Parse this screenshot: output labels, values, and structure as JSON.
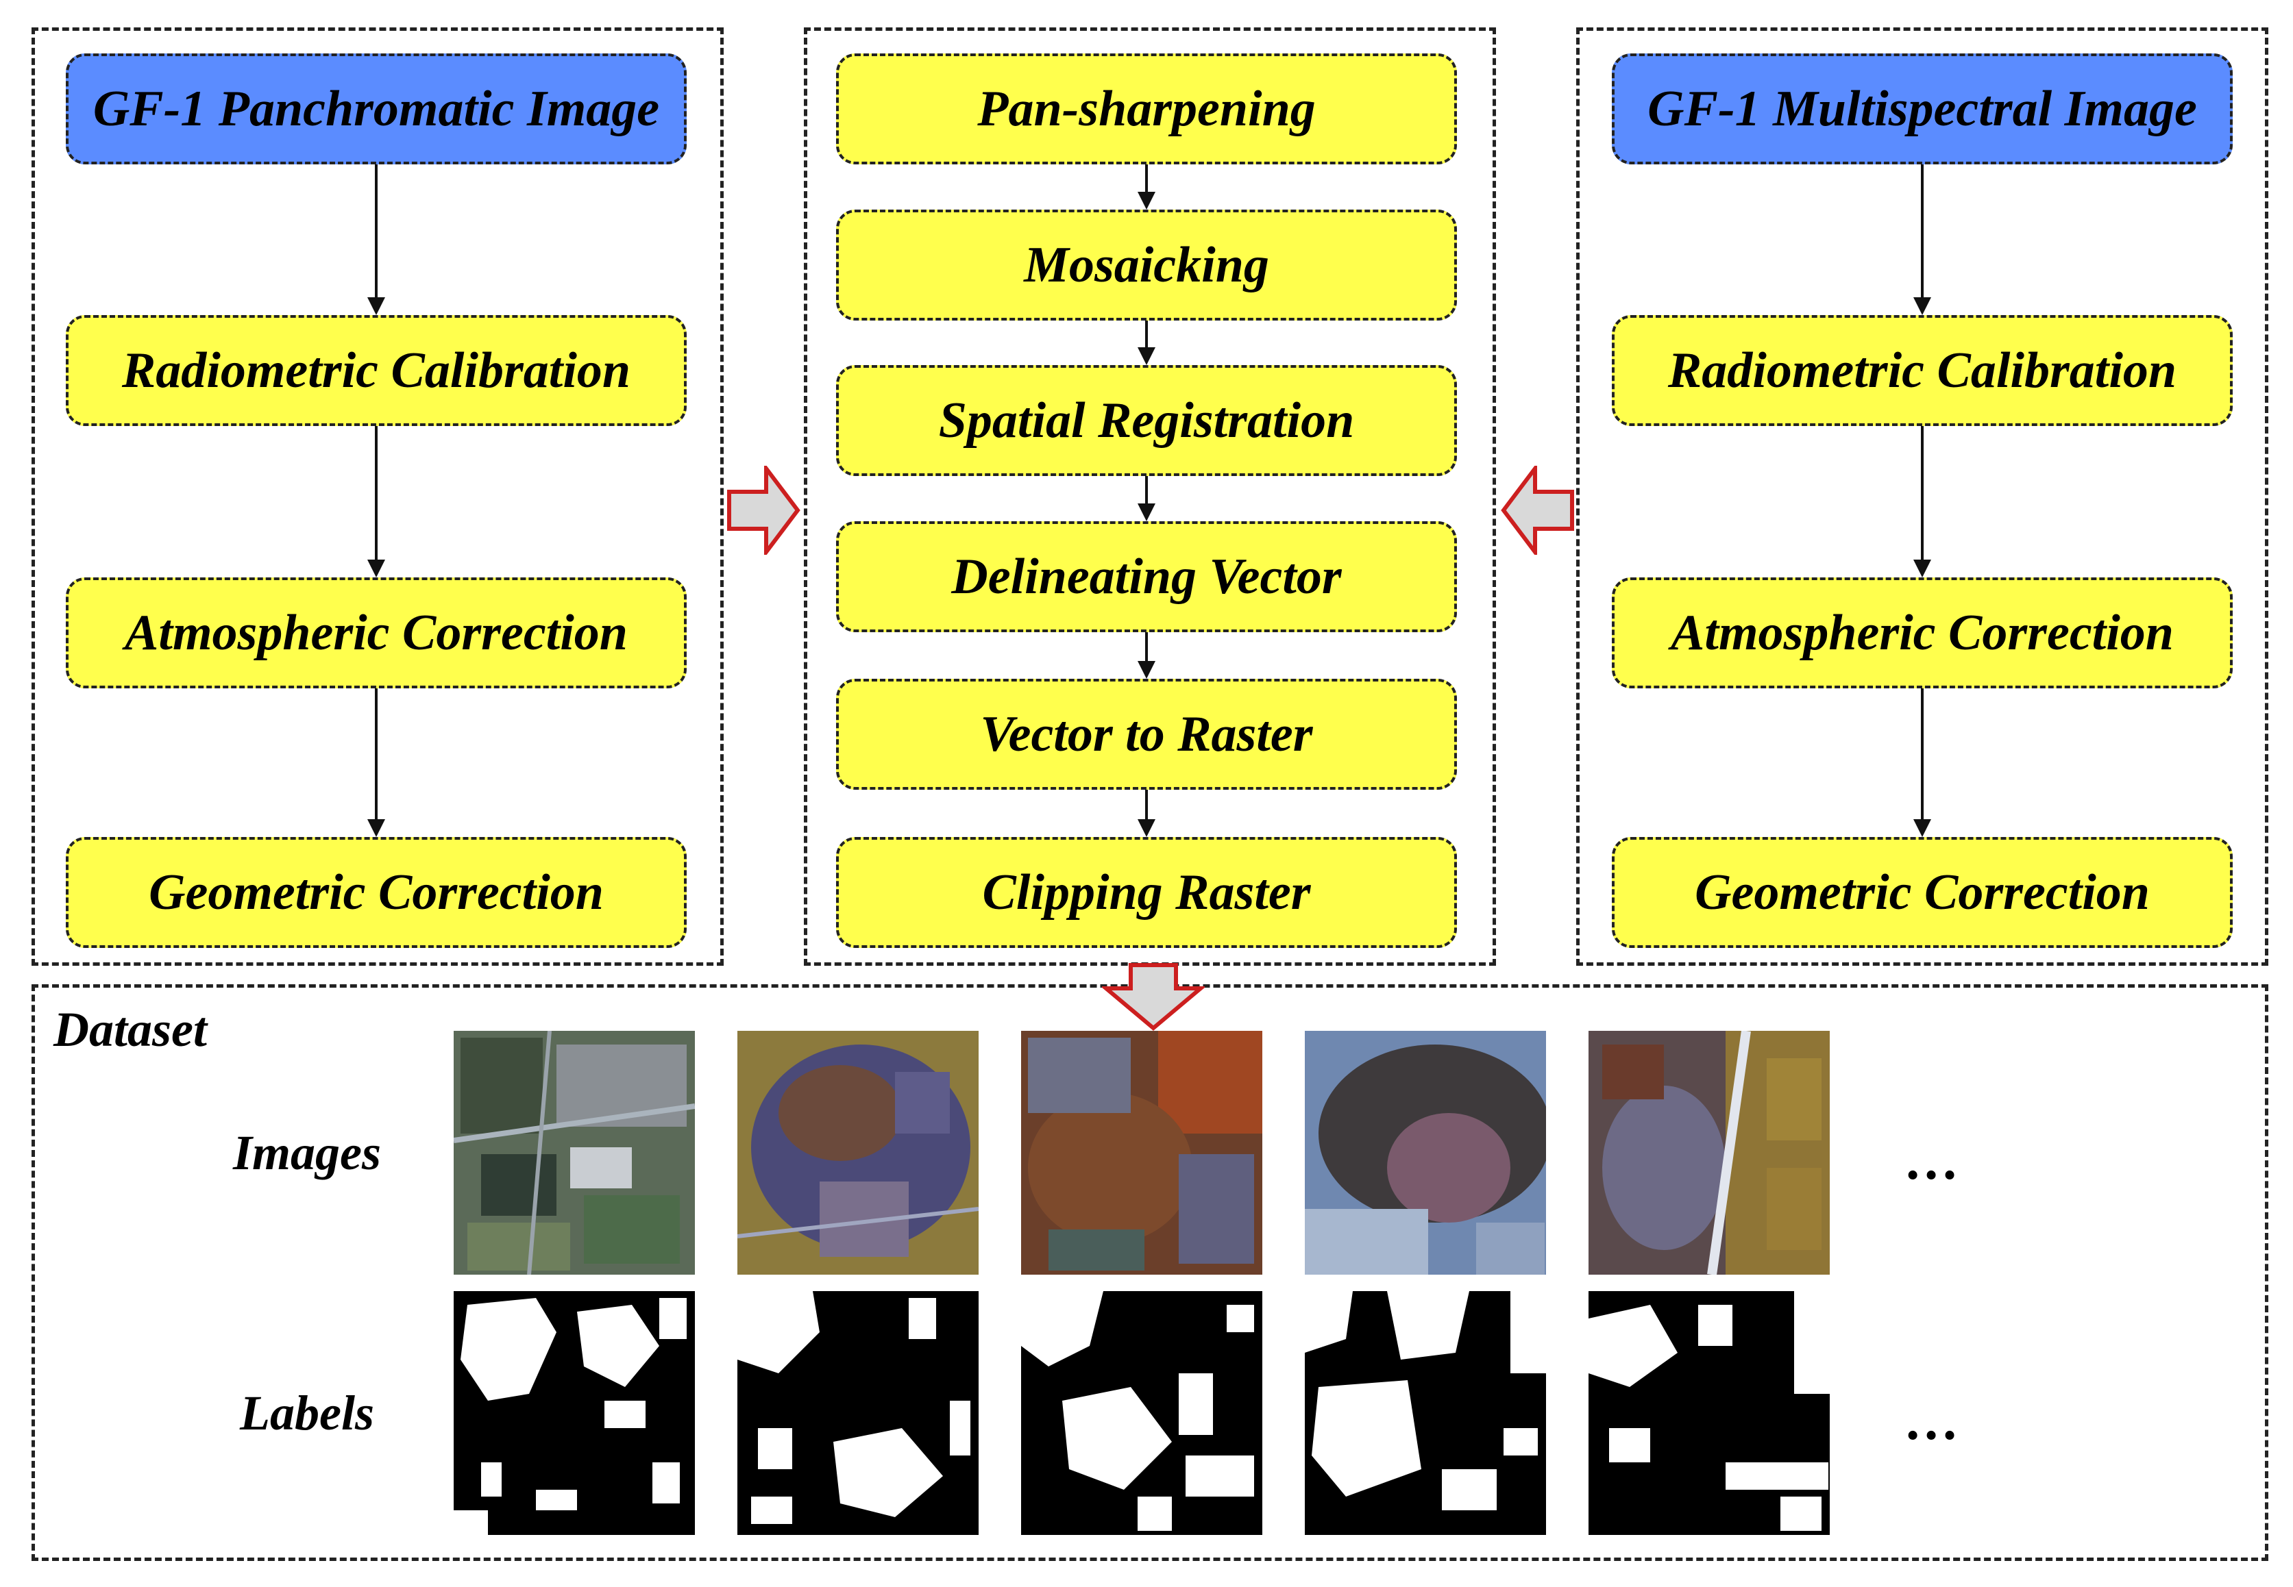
{
  "left_panel": {
    "source": "GF-1 Panchromatic Image",
    "steps": [
      "Radiometric Calibration",
      "Atmospheric Correction",
      "Geometric Correction"
    ]
  },
  "center_panel": {
    "steps": [
      "Pan-sharpening",
      "Mosaicking",
      "Spatial Registration",
      "Delineating Vector",
      "Vector to Raster",
      "Clipping Raster"
    ]
  },
  "right_panel": {
    "source": "GF-1 Multispectral Image",
    "steps": [
      "Radiometric Calibration",
      "Atmospheric Correction",
      "Geometric Correction"
    ]
  },
  "dataset": {
    "title": "Dataset",
    "images_label": "Images",
    "labels_label": "Labels",
    "more": "…"
  },
  "colors": {
    "source_box": "#5b8cff",
    "step_box": "#ffff4d",
    "flow_arrow_border": "#cc1f1f",
    "flow_arrow_fill": "#d9d9d9"
  }
}
